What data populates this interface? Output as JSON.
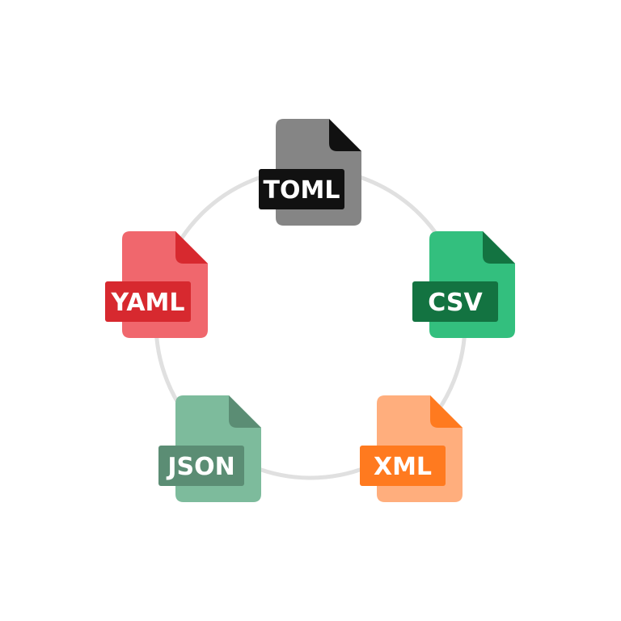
{
  "formats": [
    {
      "id": "toml",
      "label": "TOML",
      "body_color": "#858585",
      "fold_color": "#111111",
      "badge_color": "#111111"
    },
    {
      "id": "csv",
      "label": "CSV",
      "body_color": "#33BF7E",
      "fold_color": "#137341",
      "badge_color": "#137341"
    },
    {
      "id": "xml",
      "label": "XML",
      "body_color": "#FFAE7D",
      "fold_color": "#FF7A1F",
      "badge_color": "#FF7A1F"
    },
    {
      "id": "json",
      "label": "JSON",
      "body_color": "#7DBB9C",
      "fold_color": "#5B8D74",
      "badge_color": "#5B8D74"
    },
    {
      "id": "yaml",
      "label": "YAML",
      "body_color": "#F0676D",
      "fold_color": "#D7292F",
      "badge_color": "#D7292F"
    }
  ],
  "ring_color": "#E0E0E0"
}
